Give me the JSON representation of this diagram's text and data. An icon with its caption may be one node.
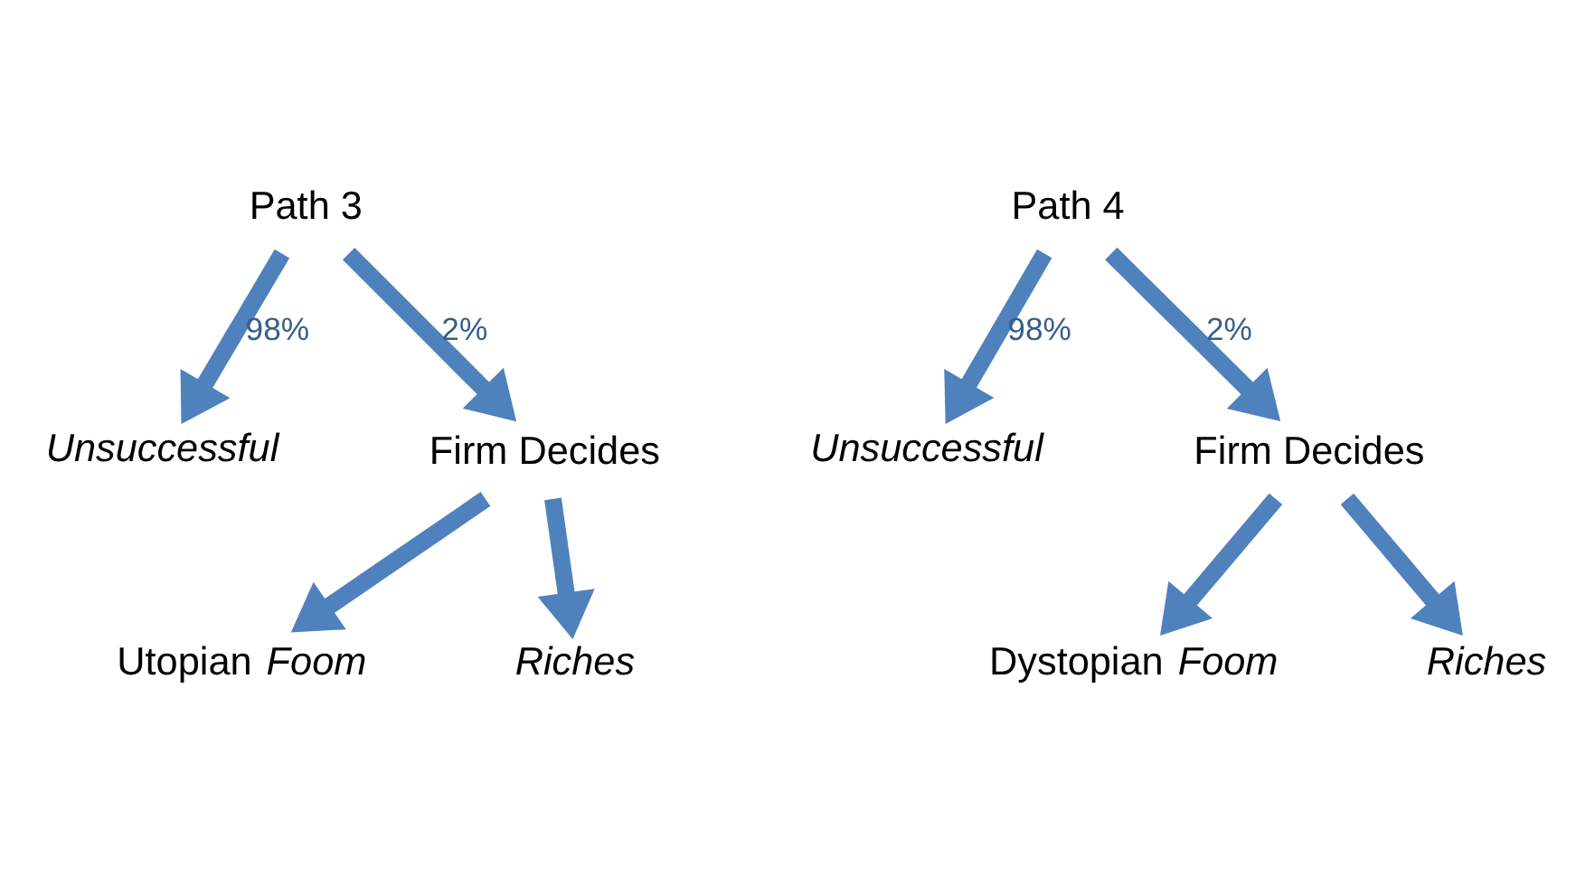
{
  "diagram": {
    "nodes": [
      {
        "text": [
          "Path 3"
        ]
      },
      {
        "text": [
          "Unsuccessful"
        ]
      },
      {
        "text": [
          "Firm Decides"
        ]
      },
      {
        "text": [
          "Utopian *Foom*"
        ]
      },
      {
        "text": [
          "Riches"
        ]
      },
      {
        "text": [
          "Path 4"
        ]
      },
      {
        "text": [
          "Unsuccessful"
        ]
      },
      {
        "text": [
          "Firm Decides"
        ]
      },
      {
        "text": [
          "Dystopian *Foom*"
        ]
      },
      {
        "text": [
          "Riches"
        ]
      }
    ],
    "edges": [
      {
        "from": 0,
        "to": 1,
        "arrow": "to",
        "label": "98%"
      },
      {
        "from": 0,
        "to": 2,
        "arrow": "to",
        "label": "2%"
      },
      {
        "from": 2,
        "to": 3,
        "arrow": "to"
      },
      {
        "from": 2,
        "to": 4,
        "arrow": "to"
      },
      {
        "from": 5,
        "to": 6,
        "arrow": "to",
        "label": "98%"
      },
      {
        "from": 5,
        "to": 7,
        "arrow": "to",
        "label": "2%"
      },
      {
        "from": 7,
        "to": 8,
        "arrow": "to"
      },
      {
        "from": 7,
        "to": 9,
        "arrow": "to"
      }
    ]
  }
}
